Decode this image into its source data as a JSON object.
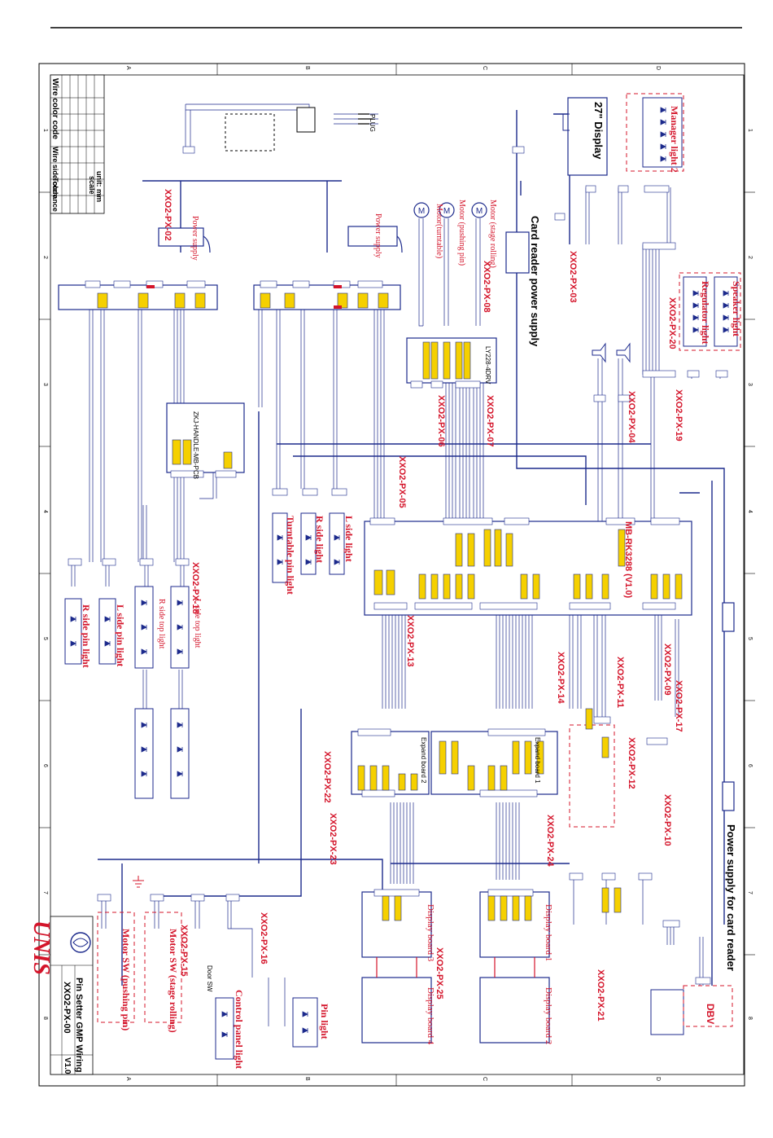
{
  "title_block": {
    "company": "UNIS",
    "drawing_title": "Pin Setter GMP Wiring",
    "drawing_number": "XXO2-PX-00",
    "version": "V1.0",
    "unit_label": "unit: mm",
    "scale_label": "scale",
    "tolerance_label": "Tolerance",
    "wire_color_code": "Wire color code",
    "wire_side_code": "Wire side code"
  },
  "border": {
    "row_letters_top": [
      "A",
      "B",
      "C",
      "D"
    ],
    "row_letters_bottom": [
      "A",
      "B",
      "C",
      "D"
    ],
    "col_numbers_left": [
      "1",
      "2",
      "3",
      "4",
      "5",
      "6",
      "7",
      "8"
    ],
    "col_numbers_right": [
      "1",
      "2",
      "3",
      "4",
      "5",
      "6",
      "7",
      "8"
    ]
  },
  "devices": {
    "display": "27\" Display",
    "plug": "PLUG",
    "card_reader_power": "Card reader power supply",
    "card_reader_power_2": "Power supply for card reader",
    "power_supply": "Power supply",
    "main_board": "MB-RK3288 (V1.0)",
    "manager_light": "Manager light 2",
    "speaker_light": "Speaker light",
    "regulator_light": "Regulator light",
    "motor_stage_rolling": "Motor (stage rolling)",
    "motor_pushing_pin": "Motor (pushing pin)",
    "motor_turntable": "Motor(turntable)",
    "motor_sw_pushing": "Motor SW (pushing pin)",
    "motor_sw_stage": "Motor SW (stage rolling)",
    "control_panel_light": "Control panel light",
    "pin_light": "Pin light",
    "l_side_light": "L side light",
    "r_side_light": "R side light",
    "turntable_pin_light": "Turntable pin light",
    "r_side_pin_light": "R side pin light",
    "l_side_pin_light": "L side pin light",
    "r_side_top_light": "R side top light",
    "l_side_top_light": "L side top light",
    "display_board_1": "Display board 1",
    "display_board_2": "Display board 2",
    "display_board_3": "Display board 3",
    "display_board_4": "Display board 4",
    "dbv": "DBV",
    "door_sw": "Door SW",
    "expand_board_1": "Expand board 1",
    "expand_board_2": "Expand board 2",
    "handle_board": "ZKJ-HANDLE-MB-PCB",
    "motor_drv": "LY228-4DRV"
  },
  "harness_labels": [
    "XXO2-PX-02",
    "XXO2-PX-03",
    "XXO2-PX-04",
    "XXO2-PX-05",
    "XXO2-PX-06",
    "XXO2-PX-07",
    "XXO2-PX-08",
    "XXO2-PX-09",
    "XXO2-PX-10",
    "XXO2-PX-11",
    "XXO2-PX-12",
    "XXO2-PX-13",
    "XXO2-PX-14",
    "XXO2-PX-15",
    "XXO2-PX-16",
    "XXO2-PX-17",
    "XXO2-PX-18",
    "XXO2-PX-19",
    "XXO2-PX-20",
    "XXO2-PX-21",
    "XXO2-PX-22",
    "XXO2-PX-23",
    "XXO2-PX-24",
    "XXO2-PX-25"
  ],
  "colors": {
    "wire": "#1c2a8c",
    "label_red": "#d4142a",
    "connector_fill": "#f5d000",
    "frame": "#000000",
    "dashed_box": "#d4142a"
  }
}
